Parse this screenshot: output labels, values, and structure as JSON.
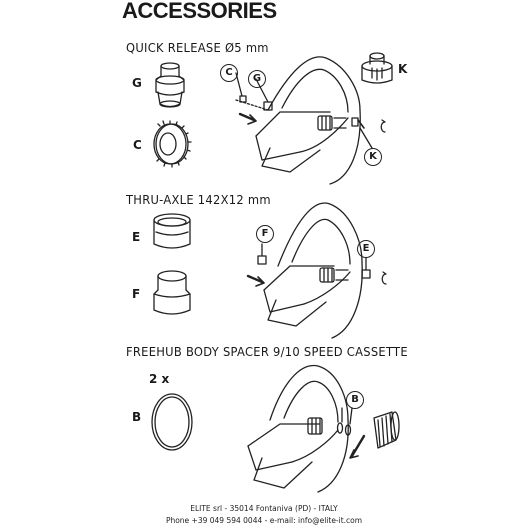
{
  "document": {
    "title": "ACCESSORIES",
    "sections": [
      {
        "heading": "QUICK RELEASE Ø5 mm",
        "parts": [
          "G",
          "C",
          "K"
        ],
        "callouts": [
          "C",
          "G",
          "K"
        ]
      },
      {
        "heading": "THRU-AXLE 142X12 mm",
        "parts": [
          "E",
          "F"
        ],
        "callouts": [
          "F",
          "E"
        ]
      },
      {
        "heading": "FREEHUB BODY SPACER  9/10 SPEED CASSETTE",
        "quantity": "2 x",
        "parts": [
          "B"
        ],
        "callouts": [
          "B"
        ]
      }
    ],
    "footer": {
      "line1": "ELITE srl - 35014 Fontaniva (PD) - ITALY",
      "line2": "Phone +39 049 594 0044 - e-mail: info@elite-it.com"
    }
  }
}
